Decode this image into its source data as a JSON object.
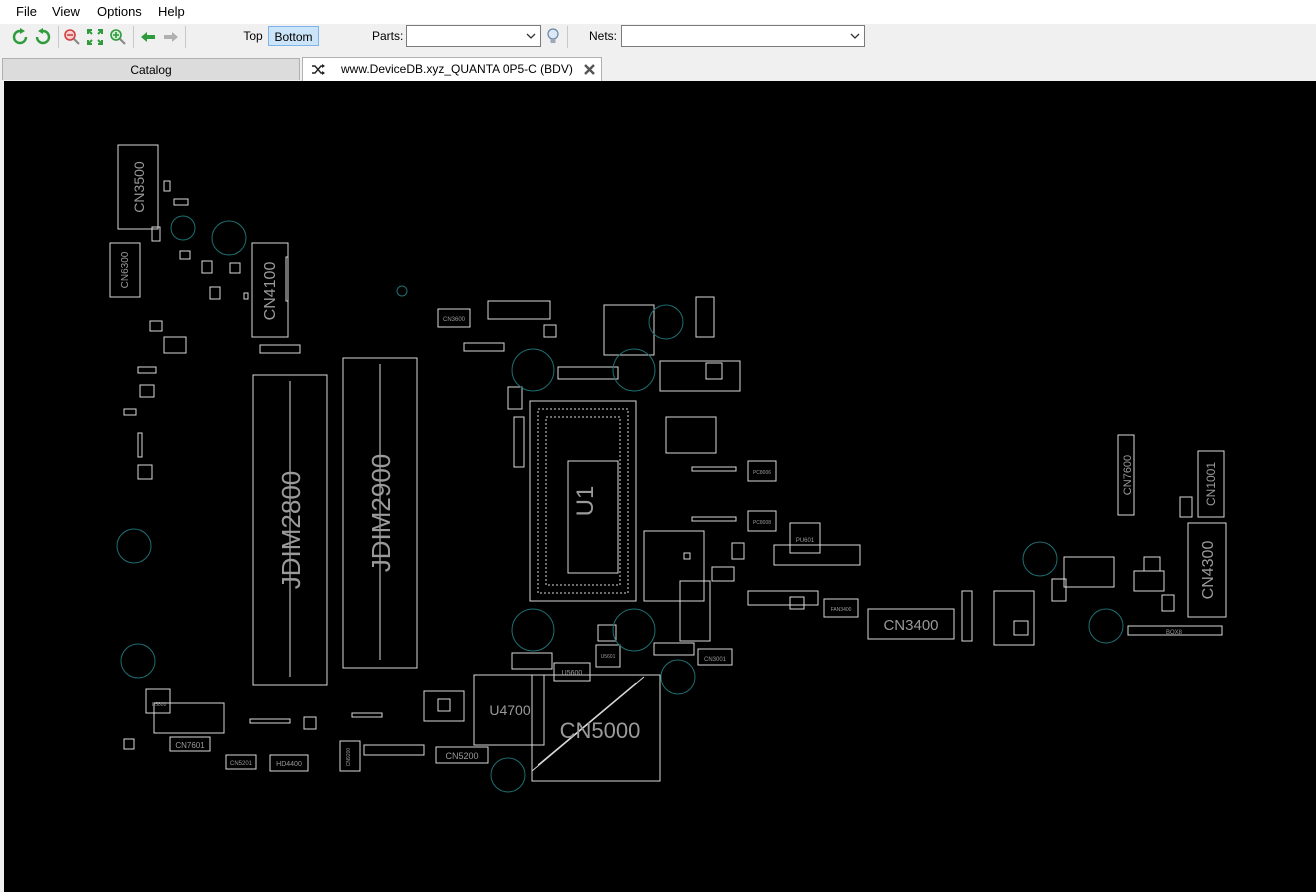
{
  "menu": {
    "items": [
      {
        "label": "File"
      },
      {
        "label": "View"
      },
      {
        "label": "Options"
      },
      {
        "label": "Help"
      }
    ]
  },
  "toolbar": {
    "icons": [
      {
        "name": "reload-icon",
        "color": "#2e9c3c"
      },
      {
        "name": "refresh-icon",
        "color": "#2e9c3c"
      },
      {
        "name": "zoom-out-icon",
        "color": "#d04040"
      },
      {
        "name": "fit-to-window-icon",
        "color": "#2e9c3c"
      },
      {
        "name": "zoom-in-icon",
        "color": "#2e9c3c"
      },
      {
        "name": "back-arrow-icon",
        "color": "#2e9c3c"
      },
      {
        "name": "forward-arrow-icon",
        "color": "#9a9a9a"
      }
    ],
    "side": {
      "top_label": "Top",
      "bottom_label": "Bottom",
      "active": "Bottom"
    },
    "parts": {
      "label": "Parts:",
      "value": ""
    },
    "nets": {
      "label": "Nets:",
      "value": ""
    }
  },
  "tabs": [
    {
      "label": "Catalog",
      "active": false
    },
    {
      "label": "www.DeviceDB.xyz_QUANTA 0P5-C (BDV)",
      "active": true
    }
  ],
  "board": {
    "background": "#000000",
    "outline_color": "#d8d8d8",
    "via_color": "#1f6f73",
    "designators": [
      "CN3500",
      "CN6300",
      "CN4100",
      "CN3600",
      "JDIM2800",
      "JDIM2900",
      "U1",
      "CN7600",
      "CN1001",
      "CN4300",
      "PU601",
      "PC8006",
      "PC8008",
      "FAN3400",
      "CN3400",
      "U5600",
      "U5601",
      "CN3001",
      "U4700",
      "CN5000",
      "CN5200",
      "U5800",
      "CN7601",
      "CN5201",
      "HD4400",
      "CN9200",
      "BOX8"
    ]
  }
}
